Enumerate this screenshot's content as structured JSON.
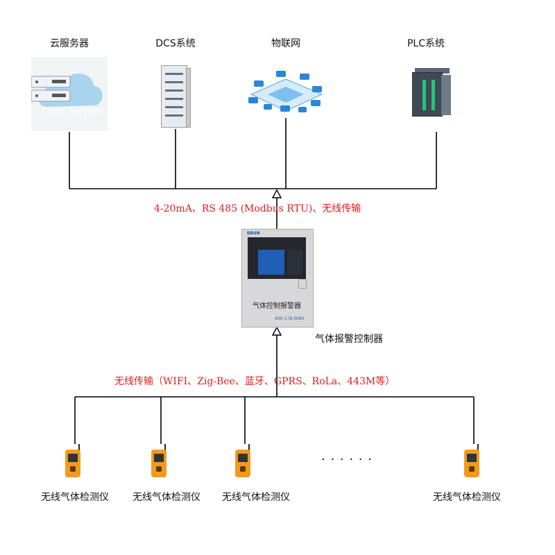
{
  "top_nodes": [
    {
      "label": "云服务器",
      "icon": "cloud-server-icon",
      "image_text": "Cloud Services"
    },
    {
      "label": "DCS系统",
      "icon": "dcs-cabinet-icon"
    },
    {
      "label": "物联网",
      "icon": "iot-network-icon"
    },
    {
      "label": "PLC系统",
      "icon": "plc-icon"
    }
  ],
  "uplink_label": "4-20mA、RS 485 (Modbus RTU)、无线传输",
  "controller": {
    "label": "气体报警控制器",
    "panel_title": "气体控制报警器",
    "brand": "ERUN",
    "phone": "400-178-0085"
  },
  "downlink_label": "无线传输（WIFI、Zig-Bee、蓝牙、GPRS、RoLa、443M等）",
  "detectors": [
    {
      "label": "无线气体检测仪"
    },
    {
      "label": "无线气体检测仪"
    },
    {
      "label": "无线气体检测仪"
    },
    {
      "label": "无线气体检测仪"
    }
  ],
  "ellipsis": "· · ·   · · ·",
  "colors": {
    "accent_red": "#e31b1b",
    "line": "#000000",
    "detector_orange": "#f39a1e"
  }
}
